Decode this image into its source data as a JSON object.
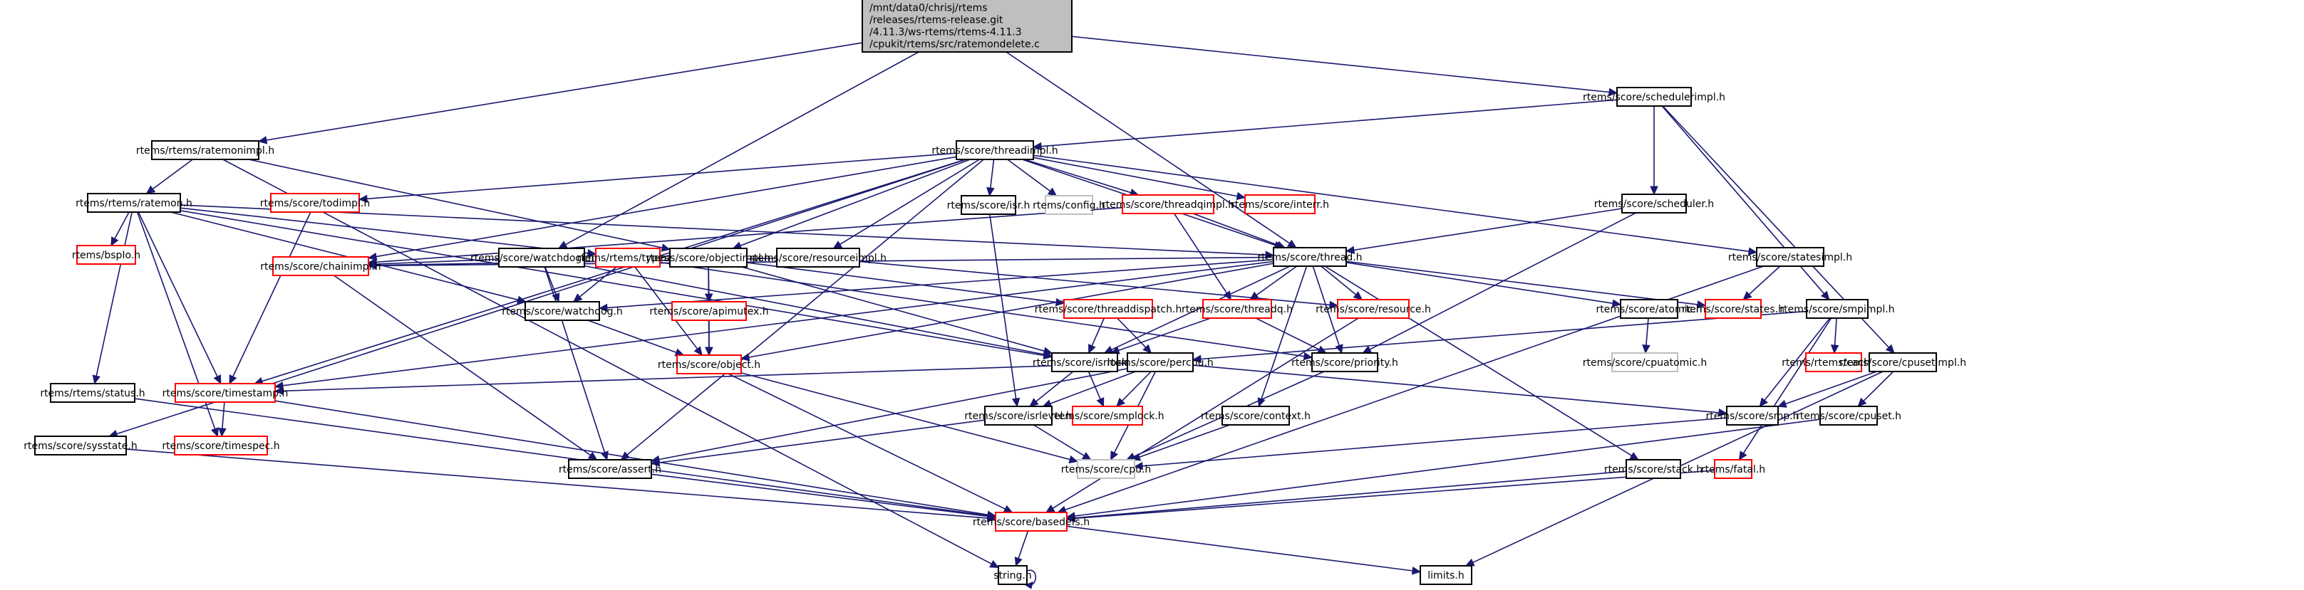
{
  "title": "Include dependency graph for ratemondelete.c",
  "colors": {
    "edge": "#191970",
    "normal_border": "#000000",
    "missing_border": "#ff0000",
    "external_border": "#bfbfbf",
    "root_fill": "#bfbfbf"
  },
  "nodes": [
    {
      "id": "root",
      "kind": "root",
      "lines": [
        "/mnt/data0/chrisj/rtems",
        "/releases/rtems-release.git",
        "/4.11.3/ws-rtems/rtems-4.11.3",
        "/cpukit/rtems/src/ratemondelete.c"
      ]
    },
    {
      "id": "ratemonimpl",
      "kind": "normal",
      "lines": [
        "rtems/rtems/ratemonimpl.h"
      ]
    },
    {
      "id": "ratemon",
      "kind": "normal",
      "lines": [
        "rtems/rtems/ratemon.h"
      ]
    },
    {
      "id": "todimpl",
      "kind": "missing",
      "lines": [
        "rtems/score/todimpl.h"
      ]
    },
    {
      "id": "bspio",
      "kind": "missing",
      "lines": [
        "rtems/bspIo.h"
      ]
    },
    {
      "id": "status",
      "kind": "normal",
      "lines": [
        "rtems/rtems/status.h"
      ]
    },
    {
      "id": "sysstate",
      "kind": "normal",
      "lines": [
        "rtems/score/sysstate.h"
      ]
    },
    {
      "id": "timestamp",
      "kind": "missing",
      "lines": [
        "rtems/score/timestamp.h"
      ]
    },
    {
      "id": "timespec",
      "kind": "missing",
      "lines": [
        "rtems/score/timespec.h"
      ]
    },
    {
      "id": "chainimpl",
      "kind": "missing",
      "lines": [
        "rtems/score/chainimpl.h"
      ]
    },
    {
      "id": "threadimpl",
      "kind": "normal",
      "lines": [
        "rtems/score/threadimpl.h"
      ]
    },
    {
      "id": "isr",
      "kind": "normal",
      "lines": [
        "rtems/score/isr.h"
      ]
    },
    {
      "id": "config",
      "kind": "external",
      "lines": [
        "rtems/config.h"
      ]
    },
    {
      "id": "threadqimpl",
      "kind": "missing",
      "lines": [
        "rtems/score/threadqimpl.h"
      ]
    },
    {
      "id": "interr",
      "kind": "missing",
      "lines": [
        "rtems/score/interr.h"
      ]
    },
    {
      "id": "watchdogimpl",
      "kind": "normal",
      "lines": [
        "rtems/score/watchdogimpl.h"
      ]
    },
    {
      "id": "types",
      "kind": "missing",
      "lines": [
        "rtems/rtems/types.h"
      ]
    },
    {
      "id": "objectimpl",
      "kind": "normal",
      "lines": [
        "rtems/score/objectimpl.h"
      ]
    },
    {
      "id": "resourceimpl",
      "kind": "normal",
      "lines": [
        "rtems/score/resourceimpl.h"
      ]
    },
    {
      "id": "watchdog",
      "kind": "normal",
      "lines": [
        "rtems/score/watchdog.h"
      ]
    },
    {
      "id": "apimutex",
      "kind": "missing",
      "lines": [
        "rtems/score/apimutex.h"
      ]
    },
    {
      "id": "object",
      "kind": "missing",
      "lines": [
        "rtems/score/object.h"
      ]
    },
    {
      "id": "threaddispatch",
      "kind": "missing",
      "lines": [
        "rtems/score/threaddispatch.h"
      ]
    },
    {
      "id": "thread",
      "kind": "normal",
      "lines": [
        "rtems/score/thread.h"
      ]
    },
    {
      "id": "threadq",
      "kind": "missing",
      "lines": [
        "rtems/score/threadq.h"
      ]
    },
    {
      "id": "resource",
      "kind": "missing",
      "lines": [
        "rtems/score/resource.h"
      ]
    },
    {
      "id": "atomic",
      "kind": "normal",
      "lines": [
        "rtems/score/atomic.h"
      ]
    },
    {
      "id": "states",
      "kind": "missing",
      "lines": [
        "rtems/score/states.h"
      ]
    },
    {
      "id": "isrlock",
      "kind": "normal",
      "lines": [
        "rtems/score/isrlock.h"
      ]
    },
    {
      "id": "percpu",
      "kind": "normal",
      "lines": [
        "rtems/score/percpu.h"
      ]
    },
    {
      "id": "priority",
      "kind": "normal",
      "lines": [
        "rtems/score/priority.h"
      ]
    },
    {
      "id": "cpuatomic",
      "kind": "external",
      "lines": [
        "rtems/score/cpuatomic.h"
      ]
    },
    {
      "id": "isrlevel",
      "kind": "normal",
      "lines": [
        "rtems/score/isrlevel.h"
      ]
    },
    {
      "id": "smplock",
      "kind": "missing",
      "lines": [
        "rtems/score/smplock.h"
      ]
    },
    {
      "id": "context",
      "kind": "normal",
      "lines": [
        "rtems/score/context.h"
      ]
    },
    {
      "id": "assert",
      "kind": "normal",
      "lines": [
        "rtems/score/assert.h"
      ]
    },
    {
      "id": "cpu",
      "kind": "external",
      "lines": [
        "rtems/score/cpu.h"
      ]
    },
    {
      "id": "stack",
      "kind": "normal",
      "lines": [
        "rtems/score/stack.h"
      ]
    },
    {
      "id": "basedefs",
      "kind": "missing",
      "lines": [
        "rtems/score/basedefs.h"
      ]
    },
    {
      "id": "string",
      "kind": "normal",
      "lines": [
        "string.h"
      ]
    },
    {
      "id": "limits",
      "kind": "normal",
      "lines": [
        "limits.h"
      ]
    },
    {
      "id": "schedulerimpl",
      "kind": "normal",
      "lines": [
        "rtems/score/schedulerimpl.h"
      ]
    },
    {
      "id": "scheduler",
      "kind": "normal",
      "lines": [
        "rtems/score/scheduler.h"
      ]
    },
    {
      "id": "statesimpl",
      "kind": "normal",
      "lines": [
        "rtems/score/statesimpl.h"
      ]
    },
    {
      "id": "smpimpl",
      "kind": "normal",
      "lines": [
        "rtems/score/smpimpl.h"
      ]
    },
    {
      "id": "cache",
      "kind": "missing",
      "lines": [
        "rtems/rtems/cache.h"
      ]
    },
    {
      "id": "cpusetimpl",
      "kind": "normal",
      "lines": [
        "rtems/score/cpusetimpl.h"
      ]
    },
    {
      "id": "smp",
      "kind": "normal",
      "lines": [
        "rtems/score/smp.h"
      ]
    },
    {
      "id": "cpuset",
      "kind": "normal",
      "lines": [
        "rtems/score/cpuset.h"
      ]
    },
    {
      "id": "fatal",
      "kind": "missing",
      "lines": [
        "rtems/fatal.h"
      ]
    }
  ],
  "edges": [
    [
      "root",
      "ratemonimpl"
    ],
    [
      "root",
      "watchdogimpl"
    ],
    [
      "root",
      "thread"
    ],
    [
      "root",
      "schedulerimpl"
    ],
    [
      "ratemonimpl",
      "ratemon"
    ],
    [
      "ratemonimpl",
      "objectimpl"
    ],
    [
      "ratemonimpl",
      "string"
    ],
    [
      "ratemon",
      "bspio"
    ],
    [
      "ratemon",
      "status"
    ],
    [
      "ratemon",
      "timestamp"
    ],
    [
      "ratemon",
      "timespec"
    ],
    [
      "ratemon",
      "types"
    ],
    [
      "ratemon",
      "thread"
    ],
    [
      "ratemon",
      "watchdog"
    ],
    [
      "ratemon",
      "isrlock"
    ],
    [
      "todimpl",
      "timestamp"
    ],
    [
      "threadimpl",
      "todimpl"
    ],
    [
      "threadimpl",
      "isr"
    ],
    [
      "threadimpl",
      "config"
    ],
    [
      "threadimpl",
      "threadqimpl"
    ],
    [
      "threadimpl",
      "interr"
    ],
    [
      "threadimpl",
      "objectimpl"
    ],
    [
      "threadimpl",
      "resourceimpl"
    ],
    [
      "threadimpl",
      "chainimpl"
    ],
    [
      "threadimpl",
      "thread"
    ],
    [
      "threadimpl",
      "sysstate"
    ],
    [
      "threadimpl",
      "statesimpl"
    ],
    [
      "threadimpl",
      "assert"
    ],
    [
      "threadimpl",
      "timestamp"
    ],
    [
      "threadqimpl",
      "chainimpl"
    ],
    [
      "threadqimpl",
      "thread"
    ],
    [
      "threadqimpl",
      "threadq"
    ],
    [
      "watchdogimpl",
      "watchdog"
    ],
    [
      "watchdogimpl",
      "chainimpl"
    ],
    [
      "watchdogimpl",
      "isrlock"
    ],
    [
      "watchdogimpl",
      "assert"
    ],
    [
      "types",
      "watchdog"
    ],
    [
      "types",
      "object"
    ],
    [
      "types",
      "priority"
    ],
    [
      "objectimpl",
      "apimutex"
    ],
    [
      "objectimpl",
      "object"
    ],
    [
      "objectimpl",
      "isrlock"
    ],
    [
      "objectimpl",
      "threaddispatch"
    ],
    [
      "resourceimpl",
      "chainimpl"
    ],
    [
      "resourceimpl",
      "resource"
    ],
    [
      "apimutex",
      "object"
    ],
    [
      "watchdog",
      "object"
    ],
    [
      "object",
      "cpu"
    ],
    [
      "object",
      "basedefs"
    ],
    [
      "chainimpl",
      "assert"
    ],
    [
      "threaddispatch",
      "isrlock"
    ],
    [
      "threaddispatch",
      "percpu"
    ],
    [
      "thread",
      "threadq"
    ],
    [
      "thread",
      "resource"
    ],
    [
      "thread",
      "atomic"
    ],
    [
      "thread",
      "states"
    ],
    [
      "thread",
      "isrlock"
    ],
    [
      "thread",
      "priority"
    ],
    [
      "thread",
      "context"
    ],
    [
      "thread",
      "stack"
    ],
    [
      "thread",
      "object"
    ],
    [
      "thread",
      "watchdog"
    ],
    [
      "thread",
      "chainimpl"
    ],
    [
      "thread",
      "timestamp"
    ],
    [
      "threadq",
      "isrlock"
    ],
    [
      "threadq",
      "priority"
    ],
    [
      "resource",
      "basedefs"
    ],
    [
      "atomic",
      "cpuatomic"
    ],
    [
      "isrlock",
      "isrlevel"
    ],
    [
      "isrlock",
      "smplock"
    ],
    [
      "percpu",
      "isrlevel"
    ],
    [
      "percpu",
      "smplock"
    ],
    [
      "percpu",
      "cpu"
    ],
    [
      "percpu",
      "assert"
    ],
    [
      "percpu",
      "smp"
    ],
    [
      "percpu",
      "timestamp"
    ],
    [
      "priority",
      "cpu"
    ],
    [
      "isr",
      "isrlevel"
    ],
    [
      "isrlevel",
      "assert"
    ],
    [
      "isrlevel",
      "cpu"
    ],
    [
      "context",
      "cpu"
    ],
    [
      "status",
      "basedefs"
    ],
    [
      "sysstate",
      "basedefs"
    ],
    [
      "timestamp",
      "timespec"
    ],
    [
      "timestamp",
      "basedefs"
    ],
    [
      "assert",
      "basedefs"
    ],
    [
      "stack",
      "basedefs"
    ],
    [
      "basedefs",
      "string"
    ],
    [
      "basedefs",
      "limits"
    ],
    [
      "string",
      "string"
    ],
    [
      "schedulerimpl",
      "threadimpl"
    ],
    [
      "schedulerimpl",
      "scheduler"
    ],
    [
      "schedulerimpl",
      "smpimpl"
    ],
    [
      "schedulerimpl",
      "cpusetimpl"
    ],
    [
      "scheduler",
      "thread"
    ],
    [
      "scheduler",
      "priority"
    ],
    [
      "statesimpl",
      "states"
    ],
    [
      "statesimpl",
      "basedefs"
    ],
    [
      "smpimpl",
      "cache"
    ],
    [
      "smpimpl",
      "percpu"
    ],
    [
      "smpimpl",
      "smp"
    ],
    [
      "smpimpl",
      "fatal"
    ],
    [
      "cpusetimpl",
      "smp"
    ],
    [
      "cpusetimpl",
      "cpuset"
    ],
    [
      "cpusetimpl",
      "limits"
    ],
    [
      "smp",
      "cpu"
    ],
    [
      "cpuset",
      "basedefs"
    ],
    [
      "fatal",
      "basedefs"
    ]
  ]
}
